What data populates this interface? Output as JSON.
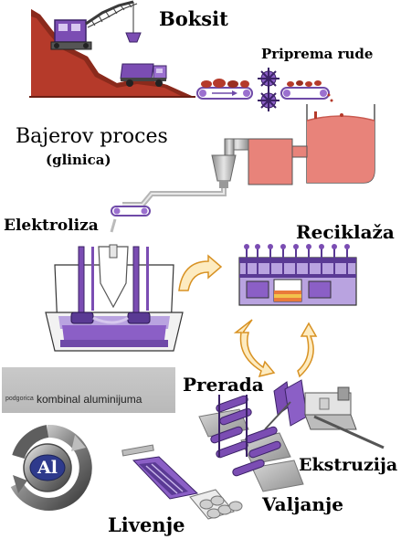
{
  "stages": {
    "boksit": "Boksit",
    "priprema_rude": "Priprema rude",
    "bajerov_proces": "Bajerov proces",
    "glinica": "(glinica)",
    "elektroliza": "Elektroliza",
    "reciklaza": "Reciklaža",
    "prerada": "Prerada",
    "ekstruzija": "Ekstruzija",
    "valjanje": "Valjanje",
    "livenje": "Livenje"
  },
  "logo": {
    "prefix": "podgorica",
    "name": "kombinal aluminijuma"
  },
  "recycle_badge": {
    "symbol": "Al"
  },
  "colors": {
    "ore_red": "#b53a2a",
    "machine_purple": "#7b4db3",
    "flow_gray": "#bdbdbd",
    "arrow_orange": "#f5b14a",
    "logo_red": "#e53b1e"
  }
}
